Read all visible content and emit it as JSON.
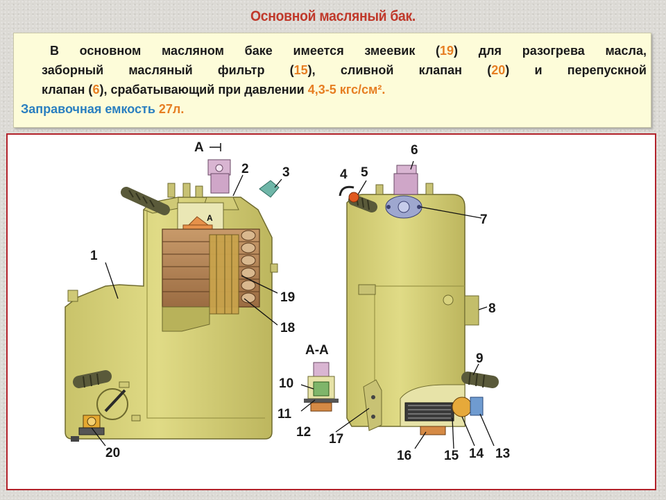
{
  "title": "Основной масляный бак.",
  "description": {
    "line1_a": "В основном  масляном баке имеется змеевик (",
    "line1_n": "19",
    "line1_b": ") для разогрева масла,",
    "line2_a": "заборный масляный фильтр (",
    "line2_n1": "15",
    "line2_b": "), сливной клапан (",
    "line2_n2": "20",
    "line2_c": ") и перепускной",
    "line3_a": "клапан (",
    "line3_n": "6",
    "line3_b": "), срабатывающий при давлении  ",
    "line3_pressure": "4,3-5 кгс/см²."
  },
  "capacity": {
    "label": "Заправочная емкость ",
    "value": "27л."
  },
  "section": {
    "marker": "А",
    "inner_marker": "А",
    "title": "А-А"
  },
  "callouts": [
    "1",
    "2",
    "3",
    "4",
    "5",
    "6",
    "7",
    "8",
    "9",
    "10",
    "11",
    "12",
    "13",
    "14",
    "15",
    "16",
    "17",
    "18",
    "19",
    "20"
  ],
  "colors": {
    "title": "#c0392b",
    "highlight": "#e67e22",
    "capacity_label": "#2a7fc0",
    "frame": "#b2222a",
    "tank_body": "#d8d47c"
  }
}
